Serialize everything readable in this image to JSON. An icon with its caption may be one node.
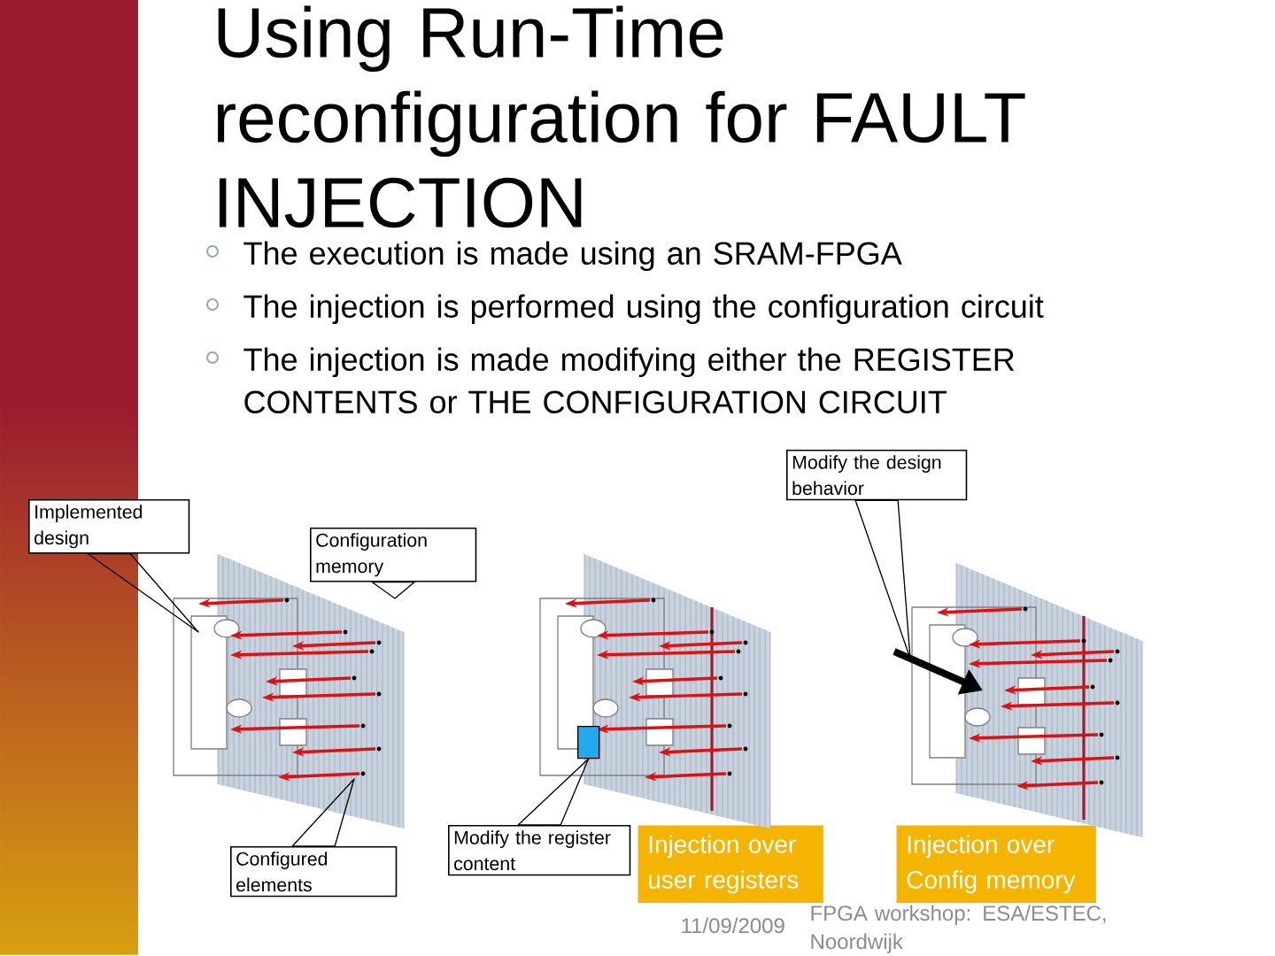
{
  "diagram": {
    "title": "Using Run-Time reconfiguration for FAULT INJECTION",
    "nodes": [
      {
        "text": [
          "Implemented design"
        ]
      },
      {
        "text": [
          "Configuration memory"
        ]
      },
      {
        "text": [
          "Configured elements"
        ]
      },
      {
        "text": [
          "Modify the register content"
        ]
      },
      {
        "text": [
          "Modify the design behavior"
        ]
      },
      {
        "text": [
          "Injection over user registers"
        ]
      },
      {
        "text": [
          "Injection over Config memory"
        ]
      },
      {
        "text": [],
        "shape": "picture"
      },
      {
        "text": [],
        "shape": "picture"
      },
      {
        "text": [],
        "shape": "picture"
      },
      {
        "text": [],
        "shape": "box",
        "in": 8
      }
    ],
    "edges": [
      {
        "from": 0,
        "to": 7,
        "arrow": "none"
      },
      {
        "from": 1,
        "to": 7,
        "arrow": "none"
      },
      {
        "from": 2,
        "to": 7,
        "arrow": "none"
      },
      {
        "from": 3,
        "to": 10,
        "arrow": "none"
      },
      {
        "from": 4,
        "to": 9,
        "arrow": "none"
      }
    ],
    "labels": [
      "The execution is made using an SRAM-FPGA",
      "The injection is performed using the configuration circuit",
      "The injection is made modifying either the REGISTER CONTENTS or THE CONFIGURATION CIRCUIT",
      "11/09/2009",
      "FPGA workshop: ESA/ESTEC, Noordwijk"
    ]
  }
}
